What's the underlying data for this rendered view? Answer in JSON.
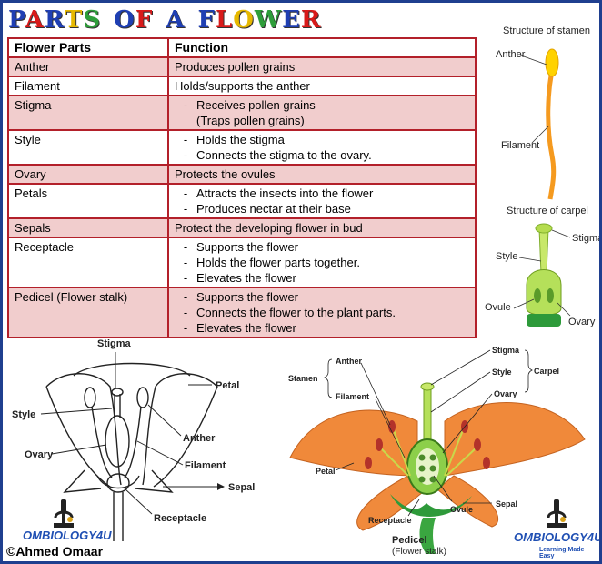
{
  "title": {
    "letters": [
      {
        "ch": "P",
        "color": "#1f3fb3"
      },
      {
        "ch": "A",
        "color": "#d91a1a"
      },
      {
        "ch": "R",
        "color": "#1f3fb3"
      },
      {
        "ch": "T",
        "color": "#e6b800"
      },
      {
        "ch": "S",
        "color": "#2e9e3a"
      },
      {
        "ch": " ",
        "color": "#000"
      },
      {
        "ch": "O",
        "color": "#1f3fb3"
      },
      {
        "ch": "F",
        "color": "#d91a1a"
      },
      {
        "ch": " ",
        "color": "#000"
      },
      {
        "ch": "A",
        "color": "#1f3fb3"
      },
      {
        "ch": " ",
        "color": "#000"
      },
      {
        "ch": "F",
        "color": "#1f3fb3"
      },
      {
        "ch": "L",
        "color": "#d91a1a"
      },
      {
        "ch": "O",
        "color": "#e6b800"
      },
      {
        "ch": "W",
        "color": "#2e9e3a"
      },
      {
        "ch": "E",
        "color": "#1f3fb3"
      },
      {
        "ch": "R",
        "color": "#d91a1a"
      }
    ]
  },
  "table": {
    "headers": [
      "Flower Parts",
      "Function"
    ],
    "rows": [
      {
        "part": "Anther",
        "pink": true,
        "functions": [
          "Produces pollen grains"
        ],
        "bullets": false
      },
      {
        "part": "Filament",
        "pink": false,
        "functions": [
          "Holds/supports the anther"
        ],
        "bullets": false
      },
      {
        "part": "Stigma",
        "pink": true,
        "functions": [
          "Receives pollen grains",
          "(Traps pollen grains)"
        ],
        "bullets": true,
        "continuation_index": 1
      },
      {
        "part": "Style",
        "pink": false,
        "functions": [
          "Holds the stigma",
          "Connects the stigma to the ovary."
        ],
        "bullets": true
      },
      {
        "part": "Ovary",
        "pink": true,
        "functions": [
          "Protects the ovules"
        ],
        "bullets": false
      },
      {
        "part": "Petals",
        "pink": false,
        "functions": [
          "Attracts the insects into the flower",
          "Produces nectar at their base"
        ],
        "bullets": true
      },
      {
        "part": "Sepals",
        "pink": true,
        "functions": [
          "Protect the developing flower in bud"
        ],
        "bullets": false
      },
      {
        "part": "Receptacle",
        "pink": false,
        "functions": [
          "Supports the flower",
          "Holds the flower parts together.",
          "Elevates the flower"
        ],
        "bullets": true
      },
      {
        "part": "Pedicel (Flower stalk)",
        "pink": true,
        "functions": [
          "Supports the flower",
          "Connects the flower to the plant parts.",
          "Elevates the flower"
        ],
        "bullets": true
      }
    ]
  },
  "stamen_diagram": {
    "title": "Structure of stamen",
    "anther": "Anther",
    "filament": "Filament"
  },
  "carpel_diagram": {
    "title": "Structure of carpel",
    "stigma": "Stigma",
    "style": "Style",
    "ovule": "Ovule",
    "ovary": "Ovary"
  },
  "sketch_diagram": {
    "stigma": "Stigma",
    "petal": "Petal",
    "style": "Style",
    "anther": "Anther",
    "ovary": "Ovary",
    "filament": "Filament",
    "sepal": "Sepal",
    "receptacle": "Receptacle"
  },
  "color_diagram": {
    "stigma": "Stigma",
    "style": "Style",
    "ovary": "Ovary",
    "carpel": "Carpel",
    "stamen": "Stamen",
    "anther": "Anther",
    "filament": "Filament",
    "petal": "Petal",
    "sepal": "Sepal",
    "ovule": "Ovule",
    "receptacle": "Receptacle",
    "pedicel": "Pedicel",
    "pedicel_sub": "(Flower stalk)"
  },
  "logo_left": {
    "text": "OMBIOLOGY4U"
  },
  "logo_right": {
    "text": "OMBIOLOGY4U",
    "tagline": "Learning Made Easy"
  },
  "credit": "©Ahmed Omaar",
  "colors": {
    "table_border": "#b3202a",
    "pink_row": "#f1cdcd",
    "frame": "#1f3f8f",
    "petal": "#f0893a",
    "stamen": "#f59a1f",
    "carpel": "#9ed14a"
  }
}
